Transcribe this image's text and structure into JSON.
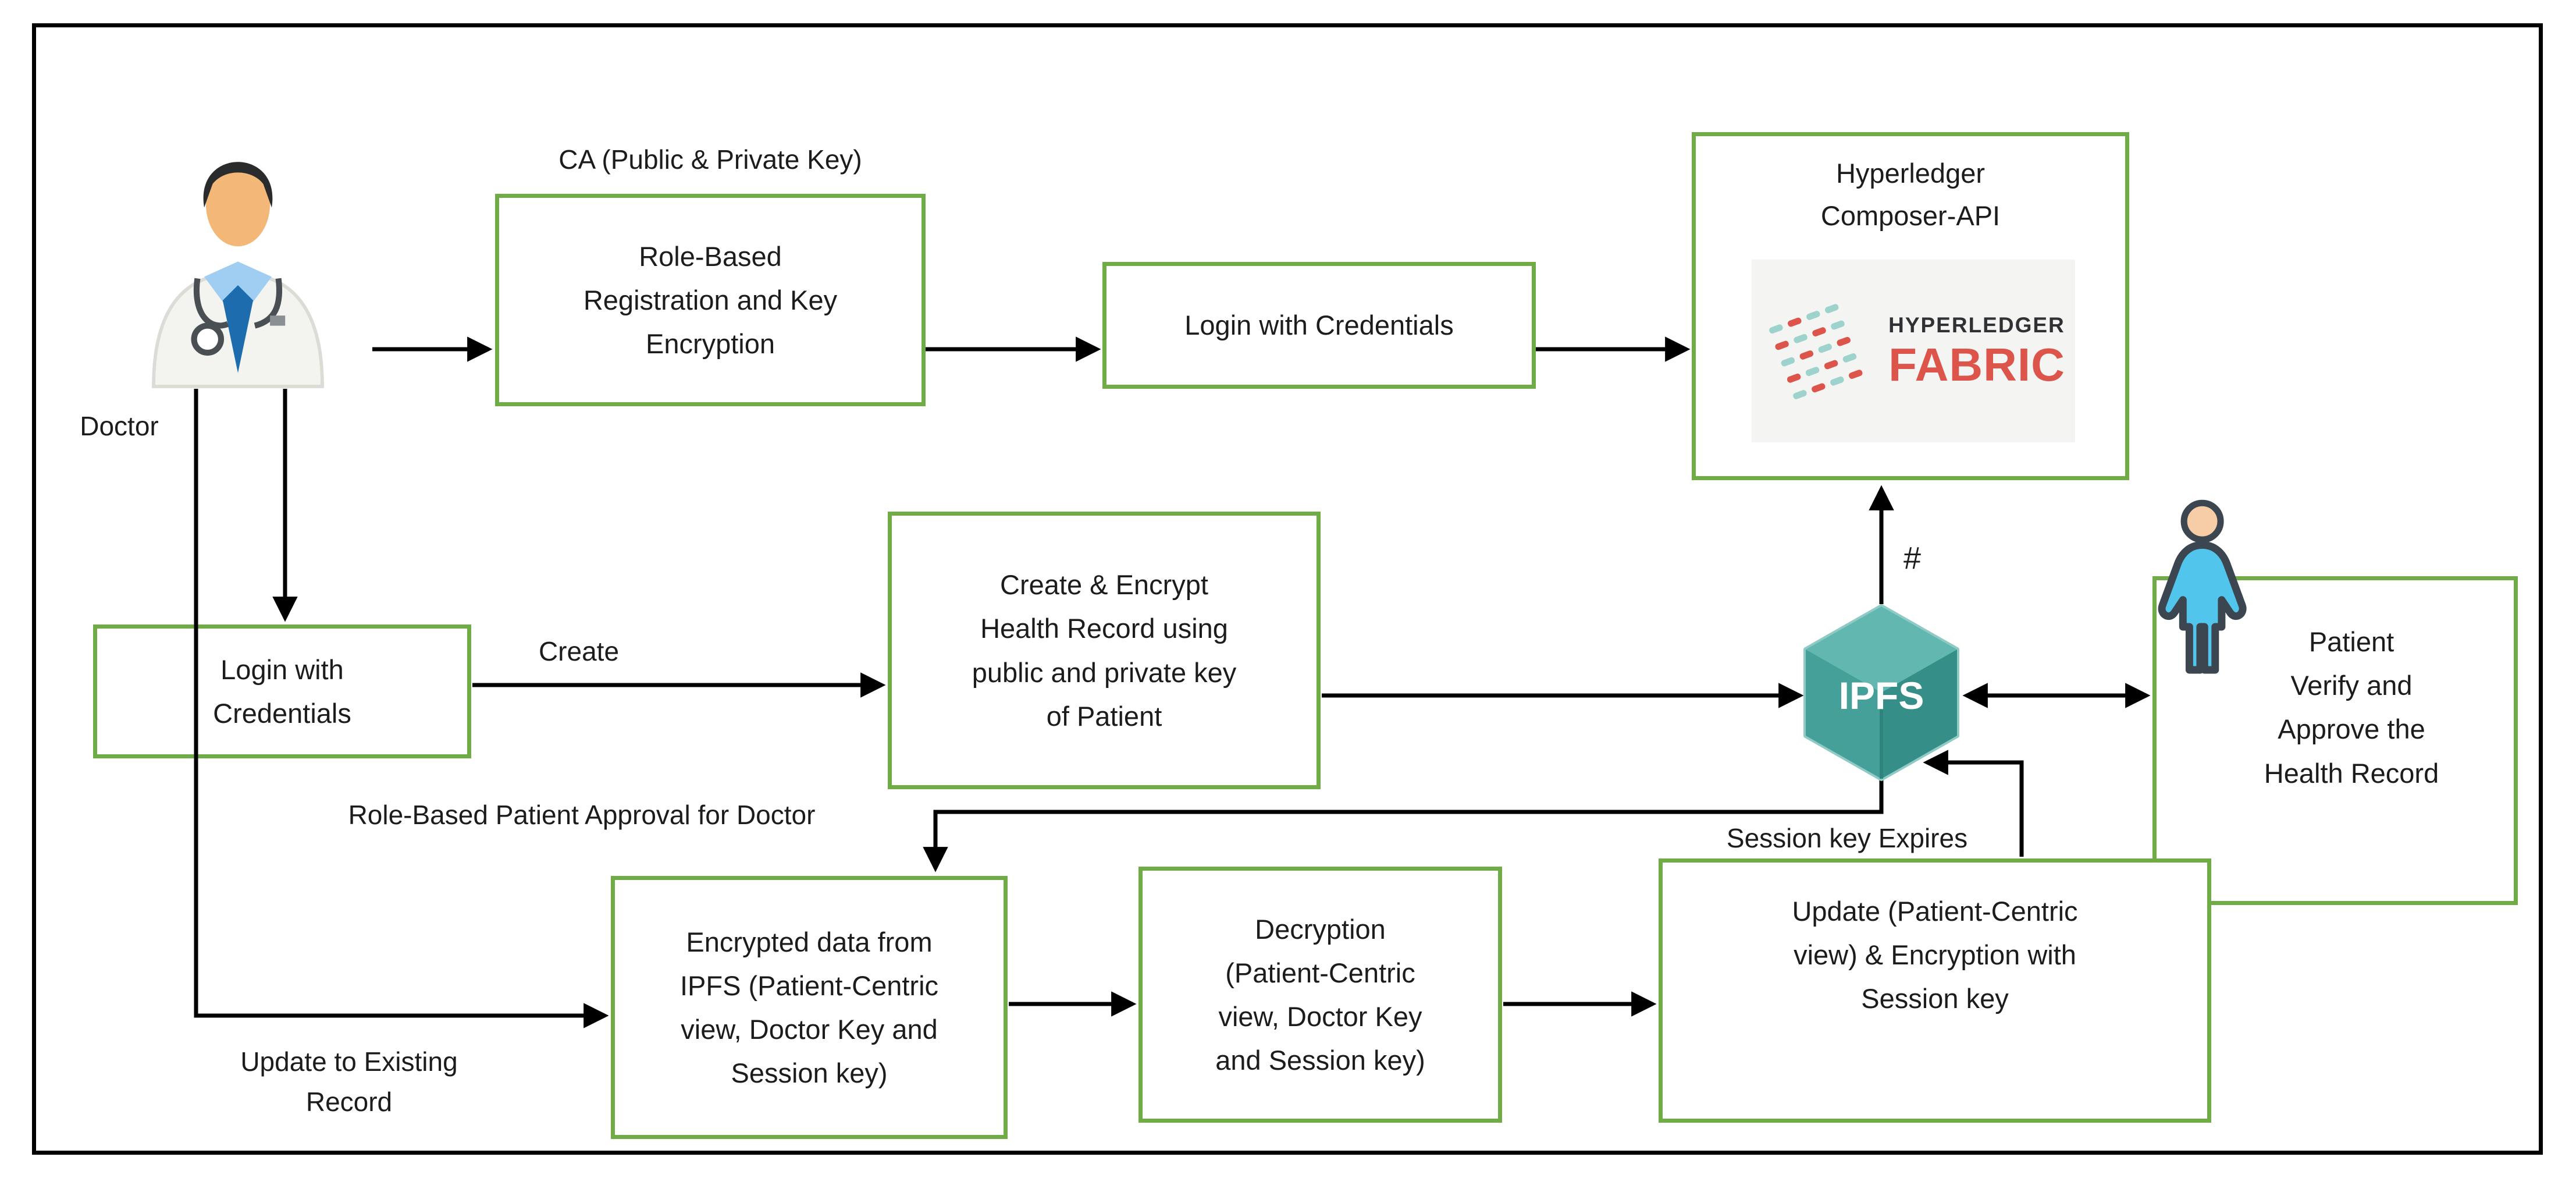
{
  "diagram": {
    "labels": {
      "doctor": "Doctor",
      "ca": "CA (Public & Private Key)",
      "create": "Create",
      "hash": "#",
      "ipfs": "IPFS",
      "role_approval": "Role-Based Patient Approval for Doctor",
      "update_existing": "Update to Existing\nRecord",
      "session_expires": "Session key Expires"
    },
    "nodes": {
      "role_registration": "Role-Based\nRegistration and Key\nEncryption",
      "login_top": "Login with Credentials",
      "hyperledger_title": "Hyperledger\nComposer-API",
      "login_left": "Login with\nCredentials",
      "create_encrypt": "Create & Encrypt\nHealth Record using\npublic and private key\nof Patient",
      "patient_verify": "Patient\nVerify and\nApprove the\nHealth Record",
      "encrypted_data": "Encrypted data from\nIPFS (Patient-Centric\nview, Doctor Key and\nSession key)",
      "decryption": "Decryption\n(Patient-Centric\nview, Doctor Key\nand Session key)",
      "update_encrypt": "Update (Patient-Centric\nview) & Encryption with\nSession key"
    },
    "logo": {
      "brand_top": "HYPERLEDGER",
      "brand_bottom": "FABRIC"
    },
    "colors": {
      "box_border": "#6fac46",
      "line": "#000000",
      "ipfs_teal": "#3e968f",
      "fabric_red": "#dd544a",
      "patient_blue": "#52c5ec"
    }
  }
}
